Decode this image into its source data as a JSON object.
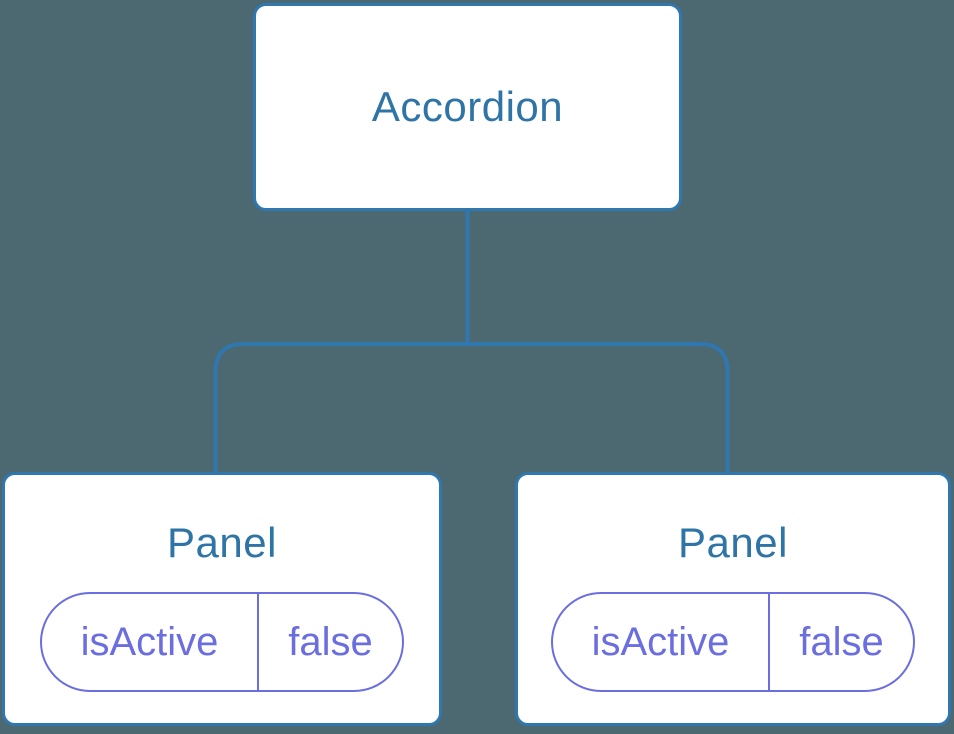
{
  "tree": {
    "root": {
      "label": "Accordion"
    },
    "children": [
      {
        "label": "Panel",
        "state": {
          "key": "isActive",
          "value": "false"
        }
      },
      {
        "label": "Panel",
        "state": {
          "key": "isActive",
          "value": "false"
        }
      }
    ]
  },
  "colors": {
    "background": "#4C6971",
    "connector": "#2F77AE",
    "node_border": "#2F77AE",
    "node_background": "#FFFFFF",
    "node_label": "#2E74A6",
    "state_accent": "#6B6EDF"
  }
}
